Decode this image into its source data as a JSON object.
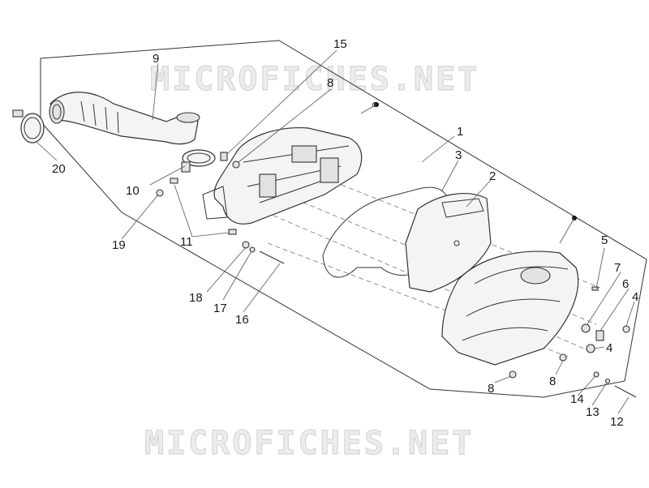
{
  "watermark": "MICROFICHES.NET",
  "callouts": {
    "p1": "1",
    "p2": "2",
    "p3": "3",
    "p4a": "4",
    "p4b": "4",
    "p5": "5",
    "p6": "6",
    "p7": "7",
    "p8a": "8",
    "p8b": "8",
    "p8c": "8",
    "p9": "9",
    "p10": "10",
    "p11": "11",
    "p12": "12",
    "p13": "13",
    "p14": "14",
    "p15": "15",
    "p16": "16",
    "p17": "17",
    "p18": "18",
    "p19": "19",
    "p20": "20"
  }
}
